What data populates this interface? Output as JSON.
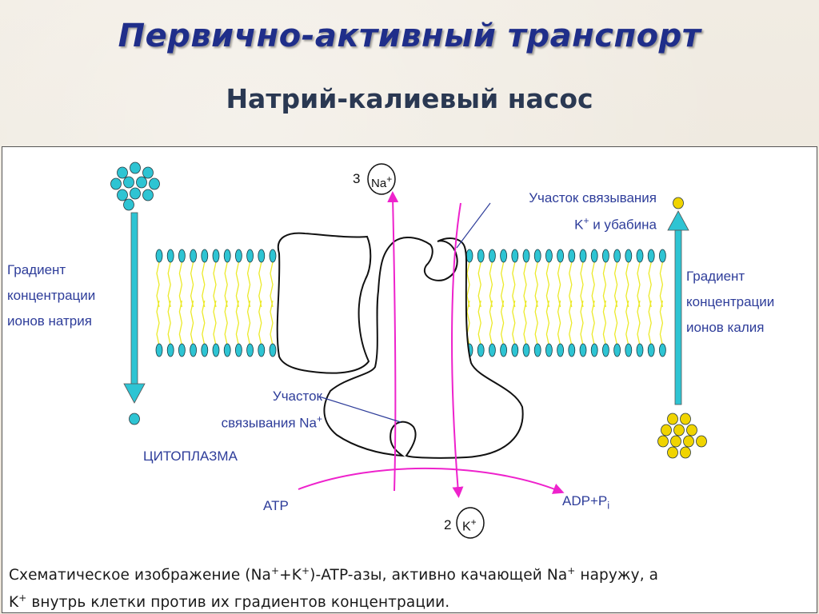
{
  "title": "Первично-активный транспорт",
  "subtitle": "Натрий-калиевый насос",
  "labels": {
    "na_gradient": [
      "Градиент",
      "концентрации",
      "ионов натрия"
    ],
    "k_gradient": [
      "Градиент",
      "концентрации",
      "ионов калия"
    ],
    "k_site": {
      "line1": "Участок связывания",
      "line2_a": "K",
      "line2_sup": "+",
      "line2_b": " и убабина"
    },
    "na_site": {
      "line1": "Участок",
      "line2": "связывания Na",
      "line2_sup": "+"
    },
    "cytoplasm": "ЦИТОПЛАЗМА",
    "atp": "ATP",
    "adp": {
      "text": "ADP+P",
      "sub": "i"
    },
    "na_out": {
      "count": "3",
      "ion": "Na",
      "sup": "+"
    },
    "k_in": {
      "count": "2",
      "ion": "K",
      "sup": "+"
    }
  },
  "caption": {
    "p1": "Схематическое изображение (Na",
    "s1": "+",
    "p2": "+K",
    "s2": "+",
    "p3": ")-ATP-азы, активно качающей Na",
    "s3": "+",
    "p4": " наружу, а",
    "p5": "K",
    "s5": "+",
    "p6": " внутрь клетки против их градиентов концентрации."
  },
  "colors": {
    "title": "#1f2e8a",
    "na_ion": "#2ec4d3",
    "k_ion": "#f0d400",
    "flux_arrow": "#ee22cc",
    "gradient_arrow": "#2ec4d3",
    "label": "#2e3d9a"
  }
}
